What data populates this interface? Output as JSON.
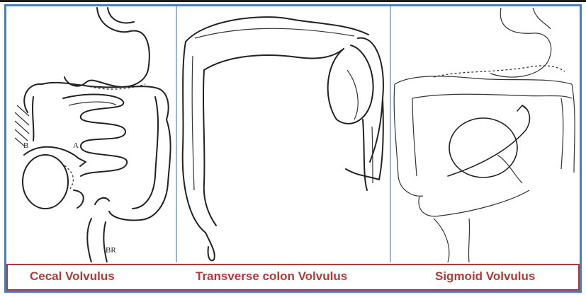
{
  "panels": [
    {
      "caption": "Cecal Volvulus",
      "labels": {
        "a": "A",
        "b": "B",
        "signature": "BR"
      }
    },
    {
      "caption": "Transverse colon Volvulus"
    },
    {
      "caption": "Sigmoid Volvulus"
    }
  ],
  "colors": {
    "border": "#4a7cc0",
    "caption_text": "#b53a37",
    "caption_border": "#b03a3a",
    "ink": "#222222"
  }
}
